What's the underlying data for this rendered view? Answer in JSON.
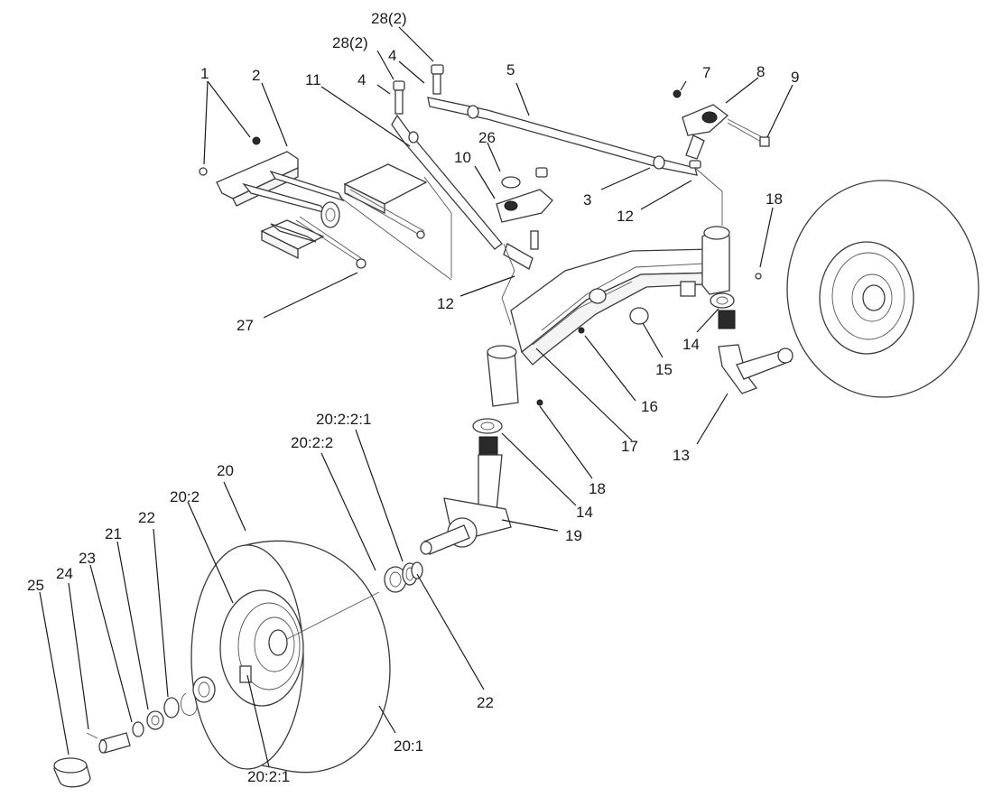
{
  "callouts": {
    "c1": "1",
    "c2": "2",
    "c3": "3",
    "c4a": "4",
    "c4b": "4",
    "c5": "5",
    "c7": "7",
    "c8": "8",
    "c9": "9",
    "c10": "10",
    "c11": "11",
    "c12a": "12",
    "c12b": "12",
    "c13": "13",
    "c14a": "14",
    "c14b": "14",
    "c15": "15",
    "c16": "16",
    "c17": "17",
    "c18a": "18",
    "c18b": "18",
    "c19": "19",
    "c20": "20",
    "c20_1": "20:1",
    "c20_2": "20:2",
    "c20_2_1": "20:2:1",
    "c20_2_2": "20:2:2",
    "c20_2_2_1": "20:2:2:1",
    "c21": "21",
    "c22a": "22",
    "c22b": "22",
    "c23": "23",
    "c24": "24",
    "c25": "25",
    "c26": "26",
    "c27": "27",
    "c28a": "28(2)",
    "c28b": "28(2)"
  }
}
